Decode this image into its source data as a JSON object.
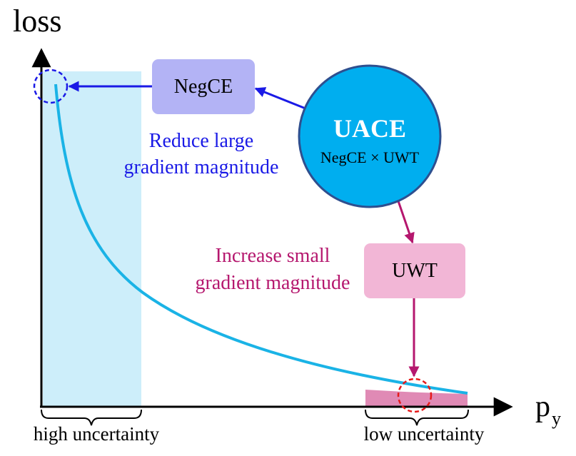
{
  "axes": {
    "y_label": "loss",
    "x_label_main": "p",
    "x_label_sub": "y"
  },
  "regions": {
    "high": {
      "label": "high uncertainty",
      "color": "#cdeefa"
    },
    "low": {
      "label": "low uncertainty",
      "color": "#e08ab5"
    }
  },
  "boxes": {
    "negce": {
      "label": "NegCE",
      "color": "#b3b3f5"
    },
    "uwt": {
      "label": "UWT",
      "color": "#f2b6d6"
    }
  },
  "center": {
    "title": "UACE",
    "subtitle": "NegCE × UWT",
    "fill": "#00aeef",
    "stroke": "#2e4f8f"
  },
  "annotations": {
    "reduce": {
      "lines": [
        "Reduce large",
        "gradient magnitude"
      ],
      "color": "#1a1ae6"
    },
    "increase": {
      "lines": [
        "Increase small",
        "gradient magnitude"
      ],
      "color": "#b5176e"
    }
  },
  "colors": {
    "curve": "#1ab3e6",
    "blue_arrow": "#1a1ae6",
    "magenta_arrow": "#b5176e",
    "blue_circle": "#1a1ae6",
    "red_circle": "#e61a1a"
  }
}
